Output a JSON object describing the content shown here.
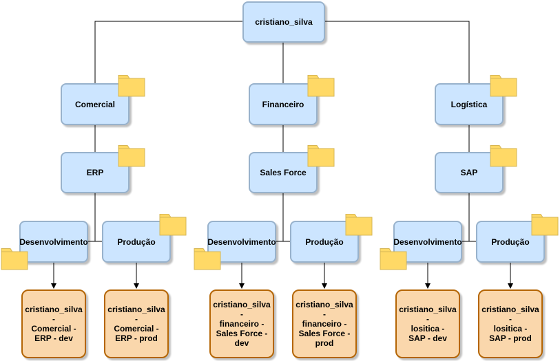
{
  "root": {
    "label": "cristiano_silva"
  },
  "areas": [
    {
      "label": "Comercial",
      "system": "ERP",
      "dev_label": "Desenvolvimento",
      "prod_label": "Produção",
      "dev_project": "cristiano_silva -\nComercial -\nERP - dev",
      "prod_project": "cristiano_silva -\nComercial -\nERP - prod"
    },
    {
      "label": "Financeiro",
      "system": "Sales Force",
      "dev_label": "Desenvolvimento",
      "prod_label": "Produção",
      "dev_project": "cristiano_silva -\nfinanceiro -\nSales Force -\ndev",
      "prod_project": "cristiano_silva -\nfinanceiro -\nSales Force -\nprod"
    },
    {
      "label": "Logística",
      "system": "SAP",
      "dev_label": "Desenvolvimento",
      "prod_label": "Produção",
      "dev_project": "cristiano_silva -\nlositica -\nSAP - dev",
      "prod_project": "cristiano_silva -\nlositica -\nSAP - prod"
    }
  ],
  "colors": {
    "folder_fill": "#ffd966",
    "folder_stroke": "#d6b656",
    "node_fill": "#cce5ff",
    "node_stroke": "#98b2cc",
    "project_fill": "#fad7ac",
    "project_stroke": "#b46504"
  },
  "icons": {
    "folder": "folder-icon"
  }
}
